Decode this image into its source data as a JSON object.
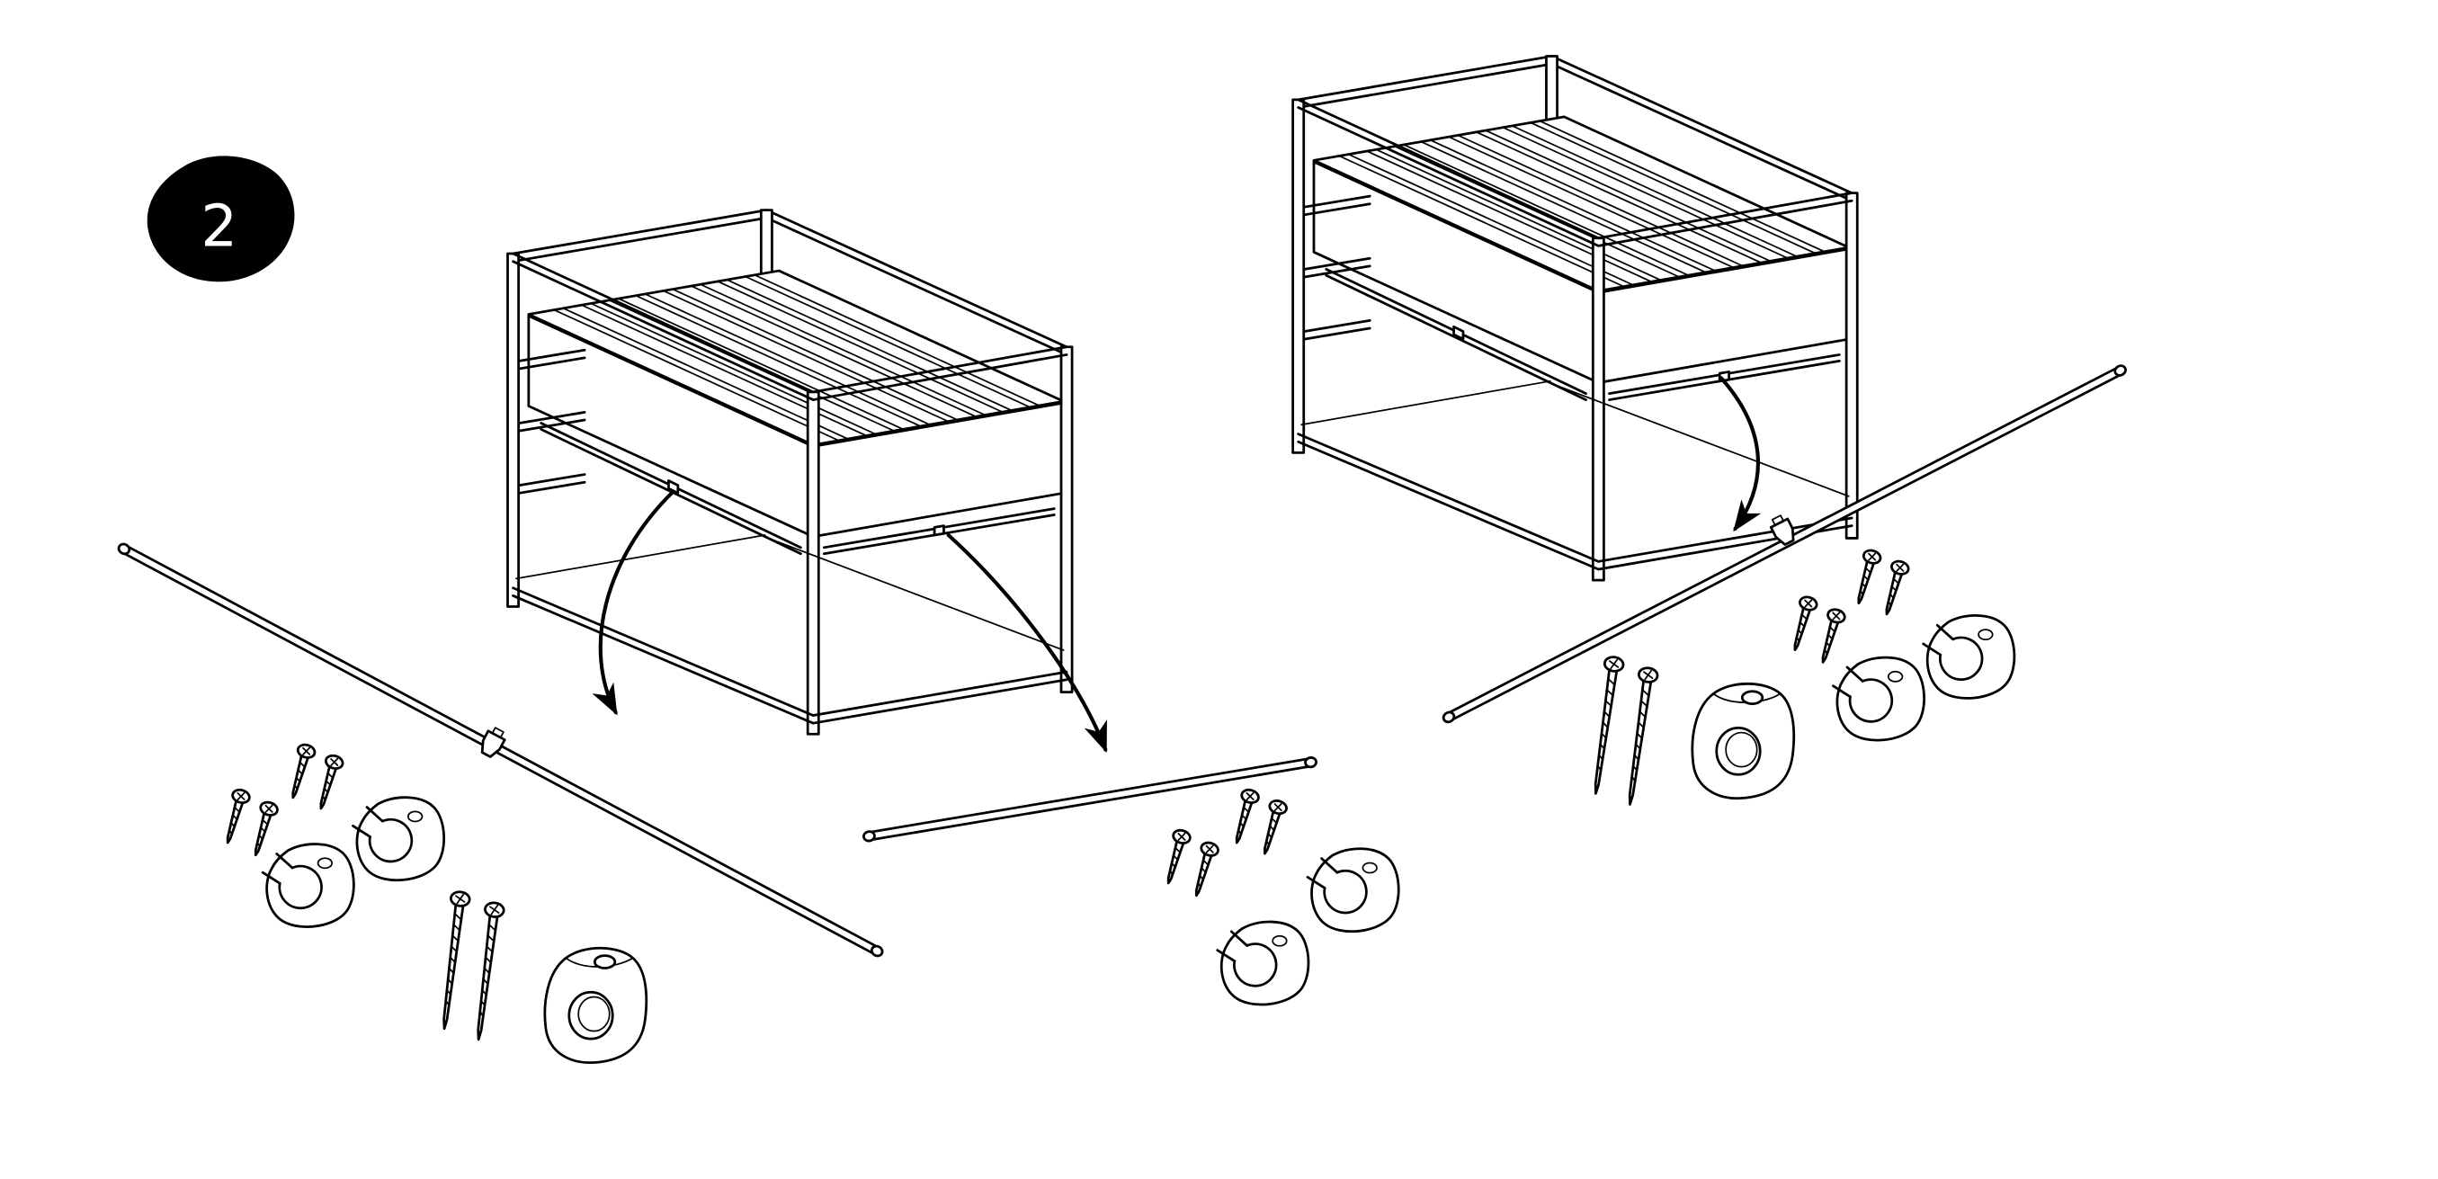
{
  "page": {
    "kind": "furniture-assembly-instruction",
    "background_color": "#ffffff",
    "ink_color": "#000000"
  },
  "step": {
    "number": "2"
  },
  "diagram": {
    "bed_frames": [
      {
        "name": "bed-frame-left"
      },
      {
        "name": "bed-frame-right"
      }
    ],
    "rods": [
      {
        "name": "metal-rod-long-left"
      },
      {
        "name": "metal-rod-middle"
      },
      {
        "name": "metal-rod-long-right"
      }
    ],
    "rod_clips": 2,
    "arrows": 3,
    "hardware": {
      "short_screws": 12,
      "long_screws": 4,
      "clamp_brackets": 6,
      "lock_housings": 2
    }
  }
}
